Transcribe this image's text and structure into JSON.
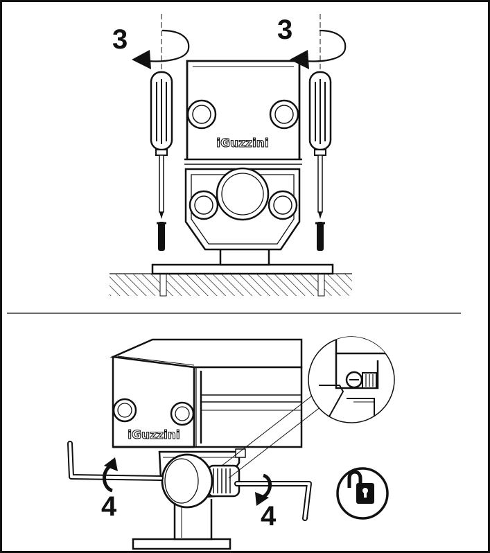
{
  "colors": {
    "ink": "#111111",
    "paper": "#ffffff",
    "tint": "#f1f1f1"
  },
  "top_panel": {
    "step_left": "3",
    "step_right": "3",
    "brand": "iGuzzini",
    "icons": [
      "screwdriver-icon",
      "rotate-counterclockwise-arrow-icon",
      "screw-icon"
    ]
  },
  "bottom_panel": {
    "step_left": "4",
    "step_right": "4",
    "brand": "iGuzzini",
    "icons": [
      "allen-key-icon",
      "rotate-arrow-icon",
      "unlock-padlock-icon"
    ]
  }
}
